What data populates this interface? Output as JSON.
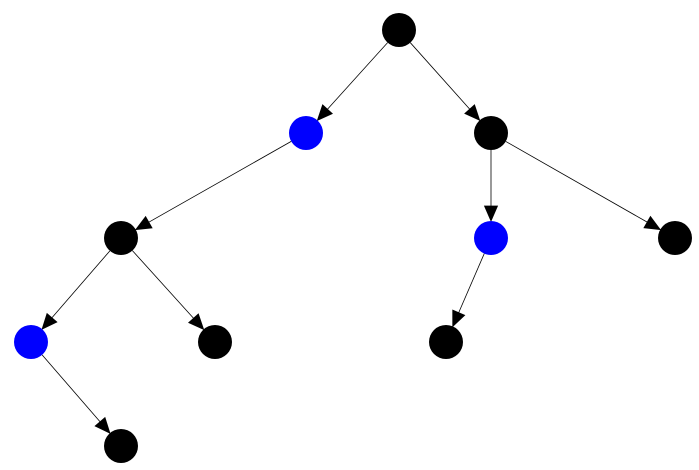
{
  "graph": {
    "type": "directed-tree",
    "colors": {
      "default_node": "#000000",
      "highlight_node": "#0000ff",
      "edge": "#000000",
      "background": "#ffffff"
    },
    "nodes": [
      {
        "id": "n0",
        "color": "#000000"
      },
      {
        "id": "n1",
        "color": "#0000ff"
      },
      {
        "id": "n2",
        "color": "#000000"
      },
      {
        "id": "n3",
        "color": "#000000"
      },
      {
        "id": "n4",
        "color": "#0000ff"
      },
      {
        "id": "n5",
        "color": "#000000"
      },
      {
        "id": "n6",
        "color": "#0000ff"
      },
      {
        "id": "n7",
        "color": "#000000"
      },
      {
        "id": "n8",
        "color": "#000000"
      },
      {
        "id": "n9",
        "color": "#000000"
      }
    ],
    "edges": [
      {
        "from": "n0",
        "to": "n1"
      },
      {
        "from": "n0",
        "to": "n2"
      },
      {
        "from": "n1",
        "to": "n3"
      },
      {
        "from": "n2",
        "to": "n4"
      },
      {
        "from": "n2",
        "to": "n5"
      },
      {
        "from": "n3",
        "to": "n6"
      },
      {
        "from": "n3",
        "to": "n7"
      },
      {
        "from": "n4",
        "to": "n8"
      },
      {
        "from": "n6",
        "to": "n9"
      }
    ]
  }
}
